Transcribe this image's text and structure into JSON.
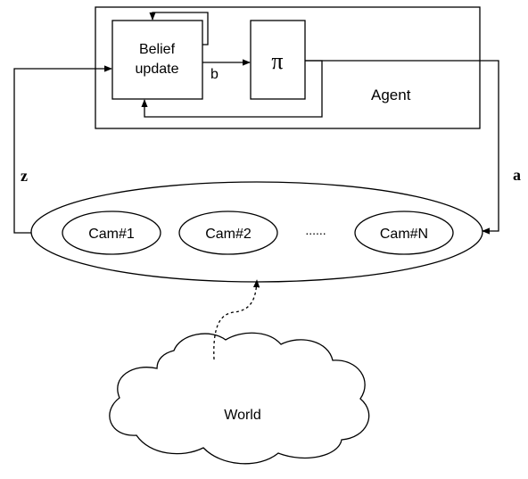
{
  "diagram": {
    "agent_label": "Agent",
    "belief_update_line1": "Belief",
    "belief_update_line2": "update",
    "policy_symbol": "π",
    "belief_edge_label": "b",
    "observation_label": "z",
    "action_label": "a",
    "cameras": [
      "Cam#1",
      "Cam#2",
      "Cam#N"
    ],
    "camera_ellipsis": "......",
    "world_label": "World"
  }
}
